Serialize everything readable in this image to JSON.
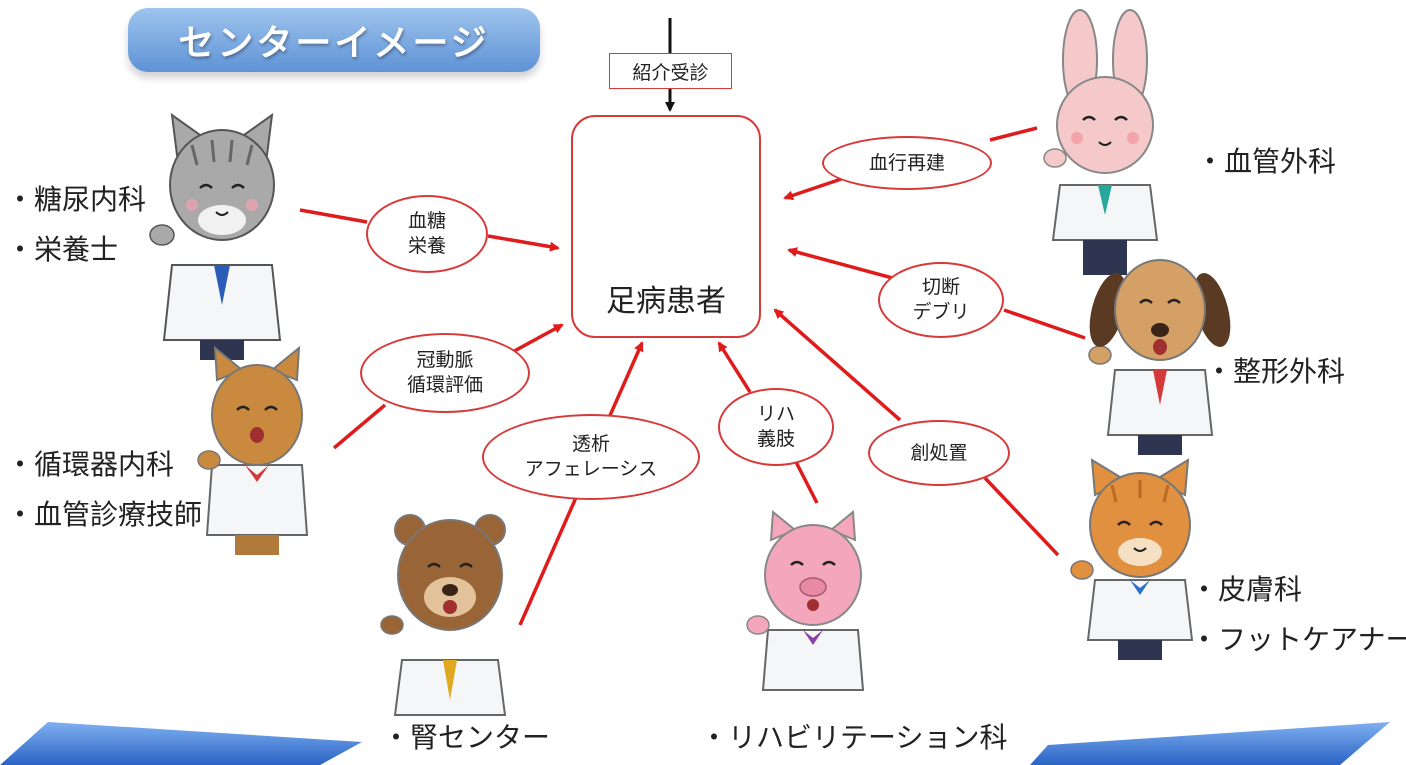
{
  "title": "センターイメージ",
  "referral": "紹介受診",
  "patient": "足病患者",
  "bubbles": {
    "glucose": [
      "血糖",
      "栄養"
    ],
    "revasc": "血行再建",
    "amputation": [
      "切断",
      "デブリ"
    ],
    "coronary": [
      "冠動脈",
      "循環評価"
    ],
    "dialysis": [
      "透析",
      "アフェレーシス"
    ],
    "rehab": [
      "リハ",
      "義肢"
    ],
    "wound": "創処置"
  },
  "departments": {
    "diabetes": [
      "・糖尿内科",
      "・栄養士"
    ],
    "vascular_surgery": [
      "・血管外科"
    ],
    "cardiology": [
      "・循環器内科",
      "・血管診療技師"
    ],
    "orthopedics": [
      "・整形外科"
    ],
    "kidney": [
      "・腎センター"
    ],
    "rehabilitation": [
      "・リハビリテーション科"
    ],
    "dermatology": [
      "・皮膚科",
      "・フットケアナース"
    ]
  },
  "characters": {
    "diabetes": "gray-cat-doctor",
    "vascular_surgery": "rabbit-doctor",
    "cardiology": "fox-doctor",
    "orthopedics": "dog-doctor",
    "kidney": "bear-doctor",
    "rehabilitation": "pig-doctor",
    "dermatology": "orange-cat-doctor"
  },
  "colors": {
    "arrow": "#e01b1b",
    "title_bg": "#6e9fdc",
    "banner": "#2f6fd1",
    "coat": "#f4f6f8"
  }
}
